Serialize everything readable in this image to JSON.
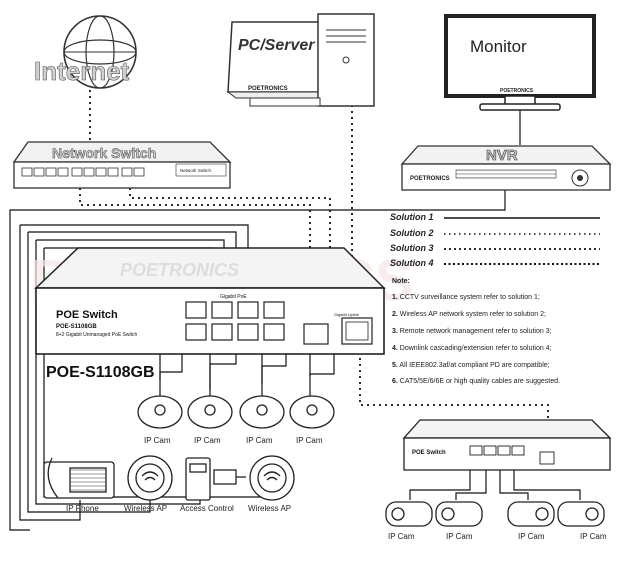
{
  "devices": {
    "internet_label": "Internet",
    "pc_label": "PC/Server",
    "pc_brand": "POETRONICS",
    "monitor_label": "Monitor",
    "monitor_brand": "POETRONICS",
    "network_switch_label": "Network Switch",
    "network_switch_badge": "Network Switch",
    "nvr_label": "NVR",
    "nvr_brand": "POETRONICS",
    "watermark": "POETRONICS"
  },
  "main_switch": {
    "brand_mark": "POETRONICS",
    "title": "POE Switch",
    "model": "POE-S1108GB",
    "subtitle": "8+2 Gigabit Unmanaged PoE Switch",
    "port_group_label": "Gigabit PoE",
    "uplink_label": "Gigabit Uplink",
    "model_caption": "POE-S1108GB"
  },
  "small_switch": {
    "title": "POE Switch"
  },
  "solutions": [
    {
      "label": "Solution 1"
    },
    {
      "label": "Solution 2"
    },
    {
      "label": "Solution 3"
    },
    {
      "label": "Solution 4"
    }
  ],
  "note": {
    "heading": "Note:",
    "items": [
      {
        "num": "1.",
        "text": "CCTV surveillance system refer to solution 1;"
      },
      {
        "num": "2.",
        "text": "Wireless AP network system refer to solution 2;"
      },
      {
        "num": "3.",
        "text": "Remote network management refer to solution 3;"
      },
      {
        "num": "4.",
        "text": "Downlink cascading/extension refer to solution 4;"
      },
      {
        "num": "5.",
        "text": "All IEEE802.3af/at compliant PD are compatible;"
      },
      {
        "num": "6.",
        "text": "CAT5/5E/6/6E or high quality cables are suggested."
      }
    ]
  },
  "endpoints": {
    "ip_cam_top": [
      "IP Cam",
      "IP Cam",
      "IP Cam",
      "IP Cam"
    ],
    "bottom_left": [
      "IP Phone",
      "Wireless AP",
      "Access Control",
      "Wireless AP"
    ],
    "ip_cam_bottom": [
      "IP Cam",
      "IP Cam",
      "IP Cam",
      "IP Cam"
    ]
  }
}
